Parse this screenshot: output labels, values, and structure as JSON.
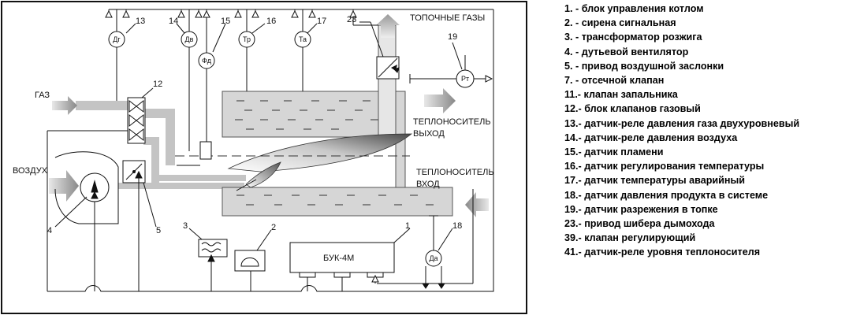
{
  "labels": {
    "gas": "ГАЗ",
    "air": "ВОЗДУХ",
    "flue_gases": "ТОПОЧНЫЕ ГАЗЫ",
    "coolant_out_1": "ТЕПЛОНОСИТЕЛЬ",
    "coolant_out_2": "ВЫХОД",
    "coolant_in_1": "ТЕПЛОНОСИТЕЛЬ",
    "coolant_in_2": "ВХОД",
    "control_unit": "БУК-4М"
  },
  "sensors": {
    "dg": "Дг",
    "dv": "Дв",
    "fd": "Фд",
    "tr": "Тр",
    "ta": "Та",
    "rt": "Рт",
    "da": "Да"
  },
  "numbers": {
    "n13": "13",
    "n14": "14",
    "n15": "15",
    "n16": "16",
    "n17": "17",
    "n23": "23",
    "n19": "19",
    "n12": "12",
    "n4": "4",
    "n5": "5",
    "n3": "3",
    "n2": "2",
    "n1": "1",
    "n18": "18"
  },
  "legend": [
    "1. - блок управления котлом",
    "2. - сирена сигнальная",
    "3. - трансформатор розжига",
    "4. - дутьевой вентилятор",
    "5. - привод воздушной заслонки",
    "7. - отсечной клапан",
    "11.- клапан запальника",
    "12.- блок клапанов газовый",
    "13.- датчик-реле давления газа двухуровневый",
    "14.- датчик-реле давления воздуха",
    "15.- датчик пламени",
    "16.- датчик регулирования температуры",
    "17.- датчик температуры аварийный",
    "18.- датчик давления продукта в системе",
    "19.- датчик разрежения в топке",
    "23.- привод шибера дымохода",
    "39.- клапан регулирующий",
    "41.- датчик-реле уровня теплоносителя"
  ]
}
